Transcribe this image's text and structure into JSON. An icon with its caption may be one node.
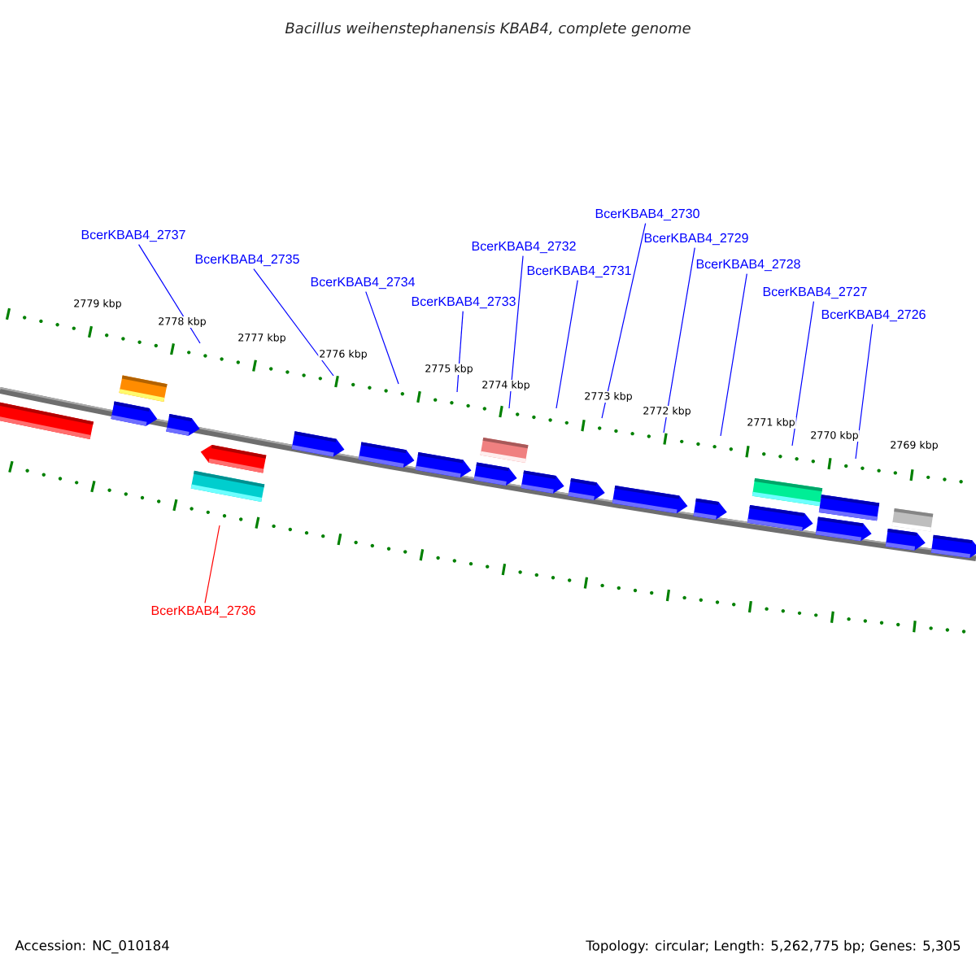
{
  "diagram": {
    "title": "Bacillus weihenstephanensis KBAB4, complete genome",
    "nodes": [
      {
        "text": [
          "BcerKBAB4_2737"
        ]
      },
      {
        "text": [
          "BcerKBAB4_2735"
        ]
      },
      {
        "text": [
          "BcerKBAB4_2734"
        ]
      },
      {
        "text": [
          "BcerKBAB4_2733"
        ]
      },
      {
        "text": [
          "BcerKBAB4_2732"
        ]
      },
      {
        "text": [
          "BcerKBAB4_2731"
        ]
      },
      {
        "text": [
          "BcerKBAB4_2730"
        ]
      },
      {
        "text": [
          "BcerKBAB4_2729"
        ]
      },
      {
        "text": [
          "BcerKBAB4_2728"
        ]
      },
      {
        "text": [
          "BcerKBAB4_2727"
        ]
      },
      {
        "text": [
          "BcerKBAB4_2726"
        ]
      },
      {
        "text": [
          "BcerKBAB4_2736"
        ]
      }
    ],
    "edges": [
      {
        "from": 0,
        "to": null,
        "arrow": "none"
      },
      {
        "from": 1,
        "to": null,
        "arrow": "none"
      },
      {
        "from": 2,
        "to": null,
        "arrow": "none"
      },
      {
        "from": 3,
        "to": null,
        "arrow": "none"
      },
      {
        "from": 4,
        "to": null,
        "arrow": "none"
      },
      {
        "from": 5,
        "to": null,
        "arrow": "none"
      },
      {
        "from": 6,
        "to": null,
        "arrow": "none"
      },
      {
        "from": 7,
        "to": null,
        "arrow": "none"
      },
      {
        "from": 8,
        "to": null,
        "arrow": "none"
      },
      {
        "from": 9,
        "to": null,
        "arrow": "none"
      },
      {
        "from": 10,
        "to": null,
        "arrow": "none"
      },
      {
        "from": 11,
        "to": null,
        "arrow": "none",
        "color": "#ff0000"
      }
    ],
    "labels": [
      "2779 kbp",
      "2778 kbp",
      "2777 kbp",
      "2776 kbp",
      "2775 kbp",
      "2774 kbp",
      "2773 kbp",
      "2772 kbp",
      "2771 kbp",
      "2770 kbp",
      "2769 kbp",
      "Accession: NC_010184",
      "Topology: circular; Length: 5,262,775 bp; Genes: 5,305"
    ]
  }
}
